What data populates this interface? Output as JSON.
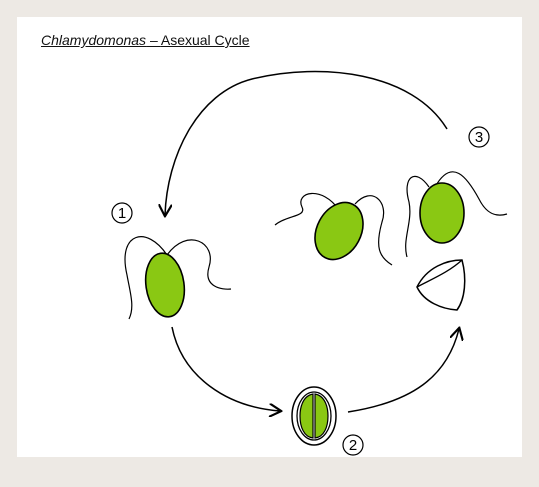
{
  "title": {
    "genus": "Chlamydomonas",
    "separator": " – ",
    "rest": "Asexual Cycle"
  },
  "stages": [
    {
      "label": "1"
    },
    {
      "label": "2"
    },
    {
      "label": "3"
    }
  ],
  "colors": {
    "cell_fill": "#8ac813",
    "outline": "#000000",
    "page": "#ffffff",
    "backdrop": "#ede9e4"
  }
}
